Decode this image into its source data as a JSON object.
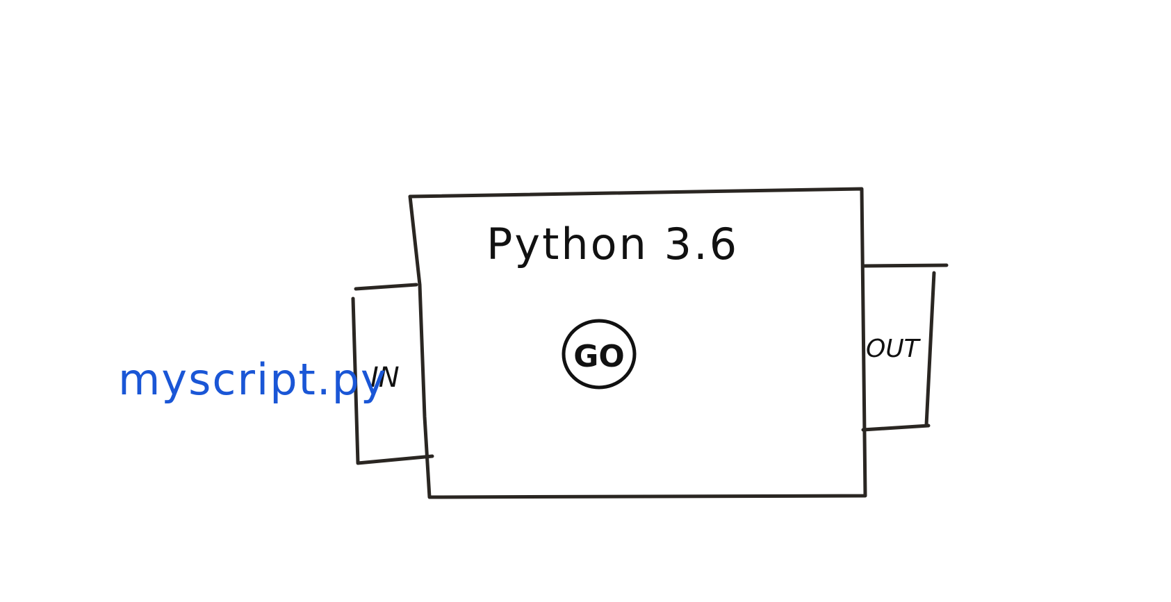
{
  "diagram": {
    "main_box": {
      "title": "Python 3.6",
      "button_label": "GO"
    },
    "input_port": {
      "label": "IN",
      "source_file": "myscript.py"
    },
    "output_port": {
      "label": "OUT"
    }
  },
  "colors": {
    "ink": "#2a2622",
    "file_label": "#1a56d6",
    "background": "#ffffff"
  }
}
